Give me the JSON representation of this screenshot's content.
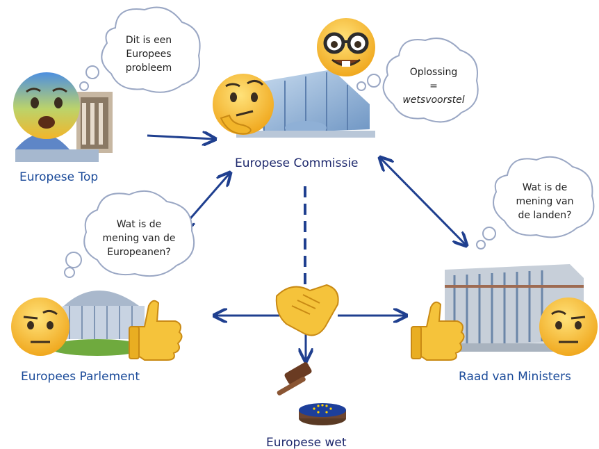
{
  "nodes": {
    "top": {
      "label": "Europese Top"
    },
    "commission": {
      "label": "Europese Commissie"
    },
    "parliament": {
      "label": "Europees Parlement"
    },
    "council": {
      "label": "Raad van Ministers"
    },
    "law": {
      "label": "Europese wet"
    }
  },
  "thoughts": {
    "top": {
      "line1": "Dit is een",
      "line2": "Europees",
      "line3": "probleem"
    },
    "commission": {
      "line1": "Oplossing",
      "line2": "=",
      "line3": "wetsvoorstel"
    },
    "parliament": {
      "line1": "Wat is de",
      "line2": "mening van de",
      "line3": "Europeanen?"
    },
    "council": {
      "line1": "Wat is de",
      "line2": "mening van",
      "line3": "de landen?"
    }
  },
  "icons": {
    "top": [
      "fearful-face-icon",
      "building-icon"
    ],
    "commission": [
      "thinking-face-icon",
      "nerd-face-icon",
      "building-icon"
    ],
    "parliament": [
      "raised-eyebrow-face-icon",
      "building-icon",
      "thumbs-up-icon"
    ],
    "council": [
      "raised-eyebrow-face-icon",
      "building-icon",
      "thumbs-up-icon"
    ],
    "center": [
      "handshake-icon"
    ],
    "law": [
      "gavel-icon",
      "eu-flag-icon"
    ]
  },
  "colors": {
    "arrow": "#1f3f8f",
    "label_blue": "#1a4a99",
    "label_navy": "#1f2a6e",
    "emoji_yellow": "#f5c33b",
    "bubble_stroke": "#9aa7c4"
  }
}
